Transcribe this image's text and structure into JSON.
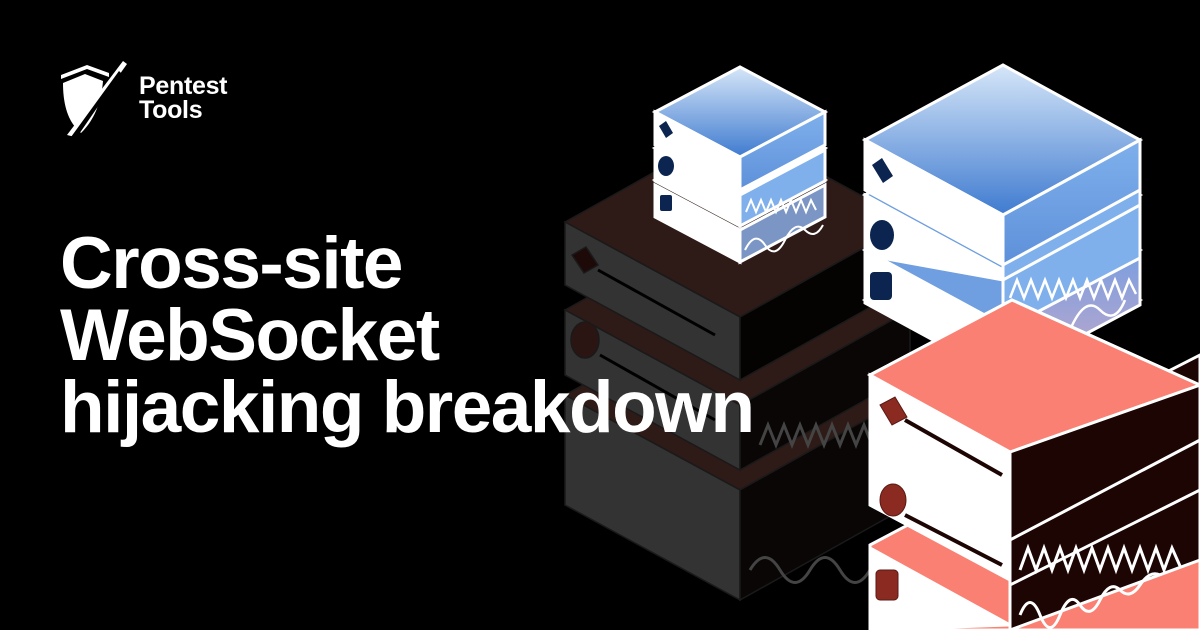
{
  "brand": {
    "name_line1": "Pentest",
    "name_line2": "Tools",
    "logo_icon": "shield-check-icon"
  },
  "headline": {
    "lines": [
      "Cross-site",
      "WebSocket",
      "hijacking breakdown"
    ]
  },
  "illustration": {
    "description": "Isometric stacked server racks",
    "colors": {
      "background": "#000000",
      "dark_top": "#2e1a17",
      "dark_side": "#333333",
      "blue_top_light": "#c8dcf5",
      "blue_top_dark": "#3f7bd0",
      "salmon": "#f98072",
      "maroon": "#8a2a20",
      "navy": "#0c2550",
      "rack_face": "#ffffff"
    }
  }
}
